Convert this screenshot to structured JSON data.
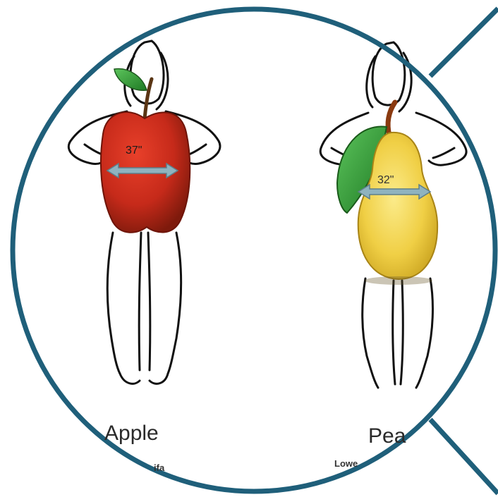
{
  "figures": [
    {
      "name": "Apple",
      "waist": "37\"",
      "caption": "ifa"
    },
    {
      "name": "Pea",
      "waist": "32\"",
      "caption": "Lowe"
    }
  ],
  "colors": {
    "ring": "#1f5f7a",
    "apple": "#c62a1a",
    "apple_dark": "#8e1f10",
    "pear": "#f0cf45",
    "pear_dark": "#c9a520",
    "leaf": "#3aa33a",
    "arrow": "#8fb3bf",
    "outline": "#111111"
  }
}
